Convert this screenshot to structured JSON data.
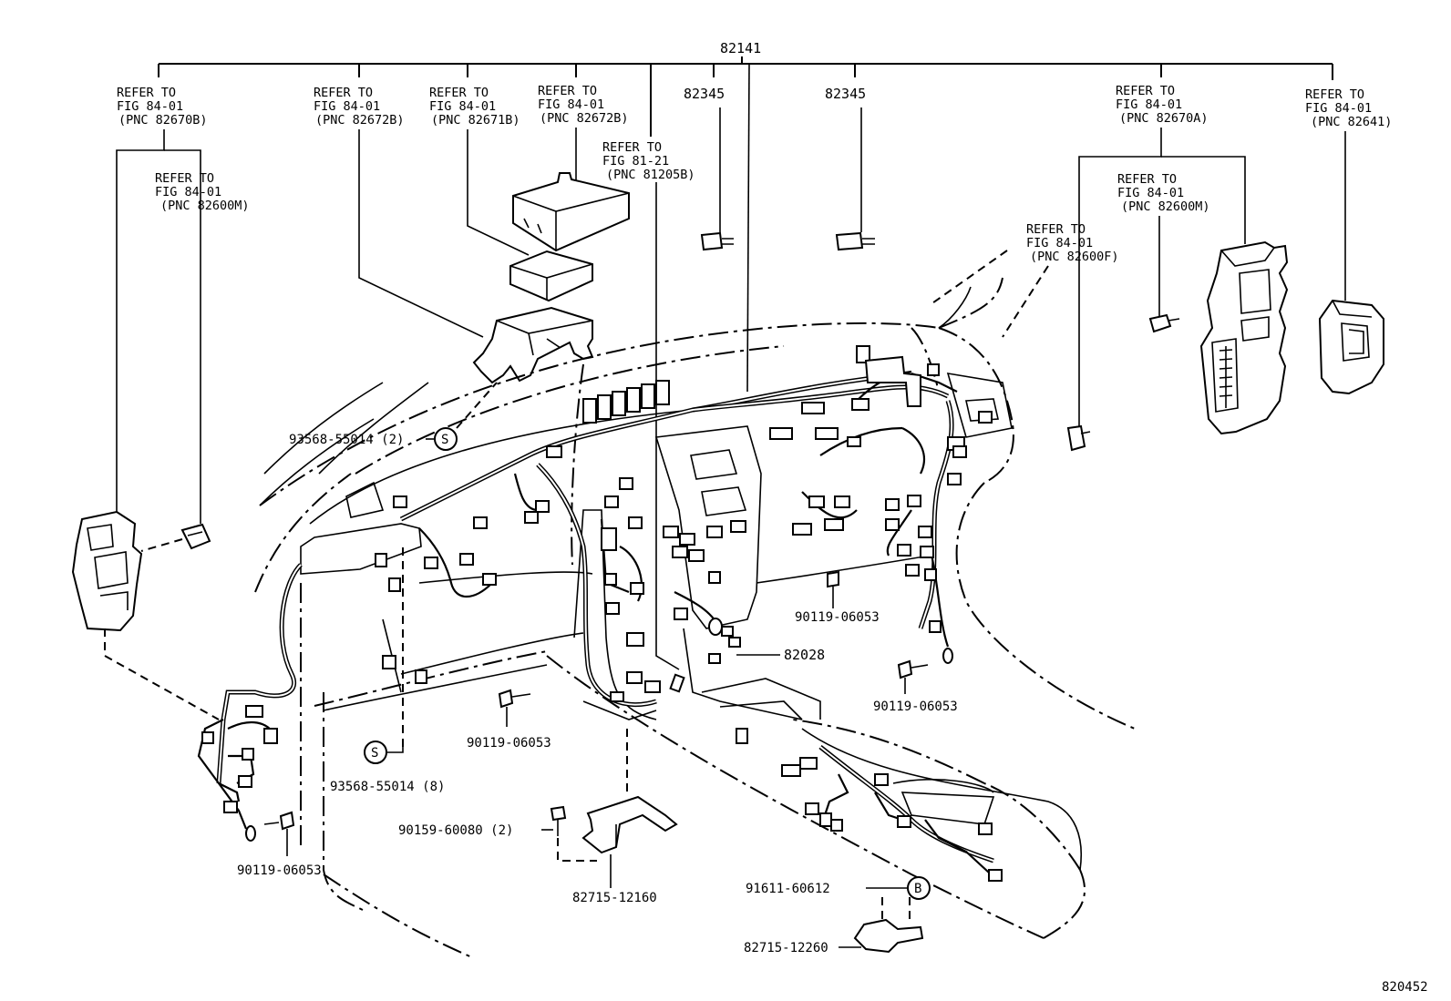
{
  "main_part": "82141",
  "refs": {
    "r1": [
      "REFER TO",
      "FIG 84-01",
      "(PNC 82670B)"
    ],
    "r2": [
      "REFER TO",
      "FIG 84-01",
      "(PNC 82600M)"
    ],
    "r3": [
      "REFER TO",
      "FIG 84-01",
      "(PNC 82672B)"
    ],
    "r4": [
      "REFER TO",
      "FIG 84-01",
      "(PNC 82671B)"
    ],
    "r5": [
      "REFER TO",
      "FIG 84-01",
      "(PNC 82672B)"
    ],
    "r6": [
      "REFER TO",
      "FIG 81-21",
      "(PNC 81205B)"
    ],
    "r7": [
      "REFER TO",
      "FIG 84-01",
      "(PNC 82670A)"
    ],
    "r8": [
      "REFER TO",
      "FIG 84-01",
      "(PNC 82600M)"
    ],
    "r9": [
      "REFER TO",
      "FIG 84-01",
      "(PNC 82600F)"
    ],
    "r10": [
      "REFER TO",
      "FIG 84-01",
      "(PNC 82641)"
    ]
  },
  "parts": {
    "p82345a": "82345",
    "p82345b": "82345",
    "p93568_2": "93568-55014 (2)",
    "p93568_8": "93568-55014 (8)",
    "p90119_a": "90119-06053",
    "p90119_b": "90119-06053",
    "p90119_c": "90119-06053",
    "p90119_d": "90119-06053",
    "p82028": "82028",
    "p90159": "90159-60080 (2)",
    "p82715a": "82715-12160",
    "p91611": "91611-60612",
    "p82715b": "82715-12260"
  },
  "markers": {
    "s": "S",
    "b": "B"
  },
  "figure_id": "820452"
}
